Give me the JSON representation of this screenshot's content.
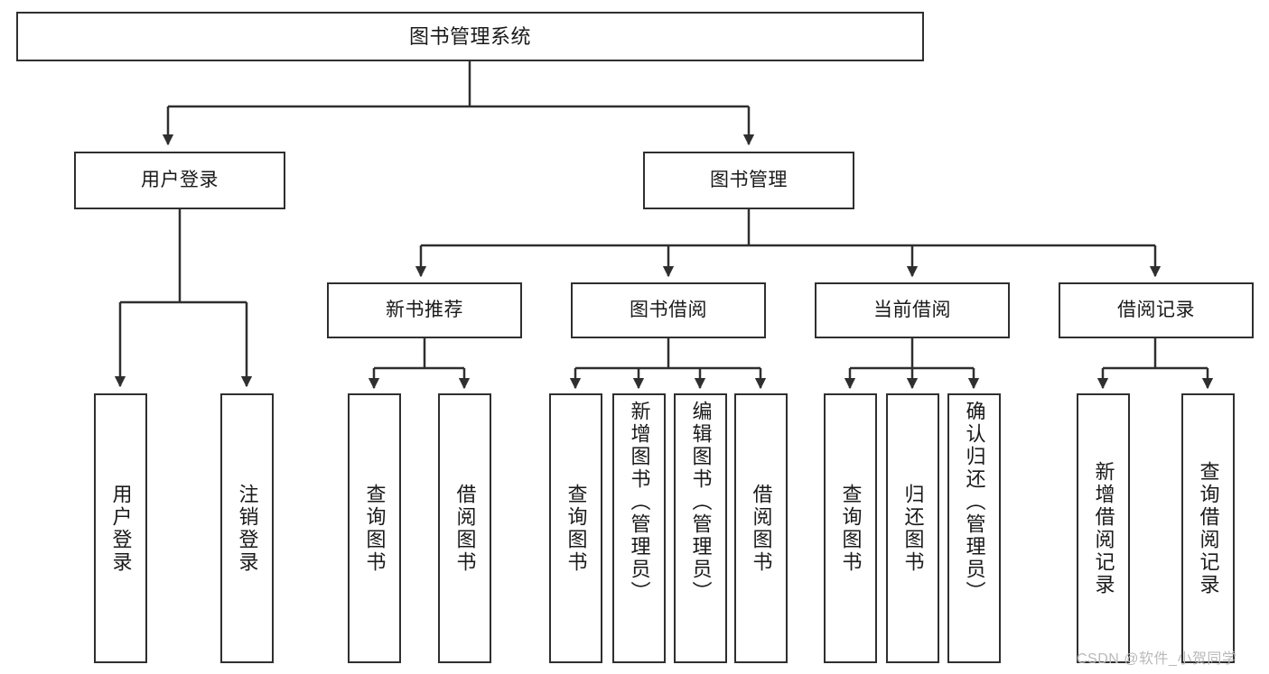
{
  "diagram": {
    "type": "hierarchy-tree",
    "title": "图书管理系统",
    "colors": {
      "stroke": "#2f2f2f",
      "fill": "#ffffff",
      "text": "#1a1a1a",
      "watermark": "#b9b9b9"
    },
    "root": {
      "label": "图书管理系统"
    },
    "level2": [
      {
        "label": "用户登录"
      },
      {
        "label": "图书管理"
      }
    ],
    "level3": [
      {
        "label": "新书推荐"
      },
      {
        "label": "图书借阅"
      },
      {
        "label": "当前借阅"
      },
      {
        "label": "借阅记录"
      }
    ],
    "leaves": {
      "user_login": [
        {
          "label": "用户登录"
        },
        {
          "label": "注销登录"
        }
      ],
      "new_book_recommend": [
        {
          "label": "查询图书"
        },
        {
          "label": "借阅图书"
        }
      ],
      "book_borrow": [
        {
          "label": "查询图书"
        },
        {
          "label": "新增图书（管理员）"
        },
        {
          "label": "编辑图书（管理员）"
        },
        {
          "label": "借阅图书"
        }
      ],
      "current_borrow": [
        {
          "label": "查询图书"
        },
        {
          "label": "归还图书"
        },
        {
          "label": "确认归还（管理员）"
        }
      ],
      "borrow_record": [
        {
          "label": "新增借阅记录"
        },
        {
          "label": "查询借阅记录"
        }
      ]
    },
    "watermark": "CSDN @软件_小贺同学"
  }
}
